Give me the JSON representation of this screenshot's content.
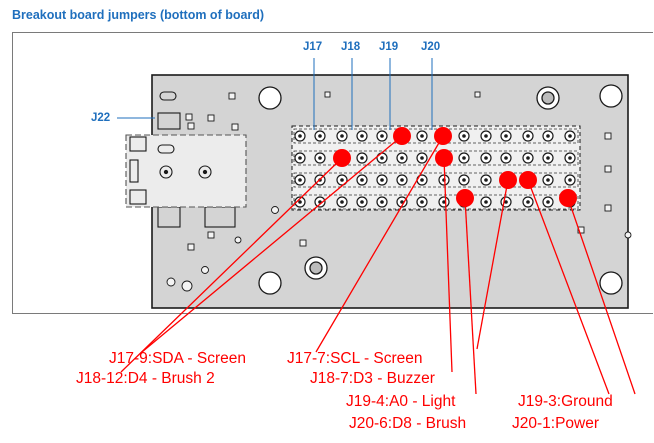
{
  "heading": "Breakout board jumpers (bottom of board)",
  "header_labels": {
    "j17": "J17",
    "j18": "J18",
    "j19": "J19",
    "j20": "J20",
    "j22": "J22"
  },
  "annotations": {
    "a1": "J17-9:SDA - Screen",
    "a2": "J18-12:D4 - Brush 2",
    "a3": "J17-7:SCL - Screen",
    "a4": "J18-7:D3 - Buzzer",
    "a5": "J19-4:A0 - Light",
    "a6": "J20-6:D8 - Brush",
    "a7": "J19-3:Ground",
    "a8": "J20-1:Power"
  },
  "colors": {
    "heading": "#1f6fbd",
    "board": "#d4d4d4",
    "jumper": "#ff0000",
    "annotation": "#ff0000"
  }
}
